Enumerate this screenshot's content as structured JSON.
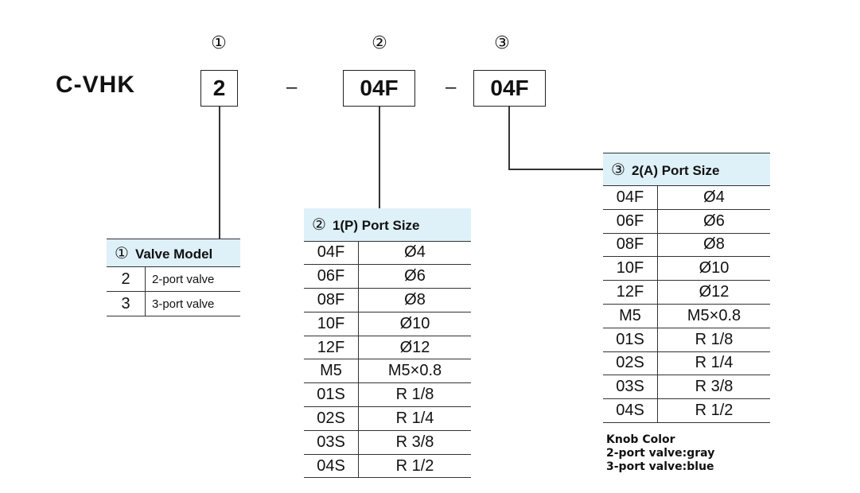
{
  "model_code": {
    "prefix": "C-VHK",
    "separator": "–",
    "fields": [
      {
        "number": "①",
        "value": "2"
      },
      {
        "number": "②",
        "value": "04F"
      },
      {
        "number": "③",
        "value": "04F"
      }
    ]
  },
  "valve_model_table": {
    "number": "①",
    "title": "Valve Model",
    "rows": [
      {
        "code": "2",
        "desc": "2-port valve"
      },
      {
        "code": "3",
        "desc": "3-port valve"
      }
    ]
  },
  "port_p_table": {
    "number": "②",
    "title": "1(P) Port Size",
    "rows": [
      {
        "code": "04F",
        "size": "Ø4"
      },
      {
        "code": "06F",
        "size": "Ø6"
      },
      {
        "code": "08F",
        "size": "Ø8"
      },
      {
        "code": "10F",
        "size": "Ø10"
      },
      {
        "code": "12F",
        "size": "Ø12"
      },
      {
        "code": "M5",
        "size": "M5×0.8"
      },
      {
        "code": "01S",
        "size": "R 1/8"
      },
      {
        "code": "02S",
        "size": "R 1/4"
      },
      {
        "code": "03S",
        "size": "R 3/8"
      },
      {
        "code": "04S",
        "size": "R 1/2"
      }
    ]
  },
  "port_a_table": {
    "number": "③",
    "title": "2(A) Port Size",
    "rows": [
      {
        "code": "04F",
        "size": "Ø4"
      },
      {
        "code": "06F",
        "size": "Ø6"
      },
      {
        "code": "08F",
        "size": "Ø8"
      },
      {
        "code": "10F",
        "size": "Ø10"
      },
      {
        "code": "12F",
        "size": "Ø12"
      },
      {
        "code": "M5",
        "size": "M5×0.8"
      },
      {
        "code": "01S",
        "size": "R 1/8"
      },
      {
        "code": "02S",
        "size": "R 1/4"
      },
      {
        "code": "03S",
        "size": "R 3/8"
      },
      {
        "code": "04S",
        "size": "R 1/2"
      }
    ]
  },
  "knob_note": {
    "title": "Knob Color",
    "lines": [
      "2-port valve:gray",
      "3-port valve:blue"
    ]
  }
}
